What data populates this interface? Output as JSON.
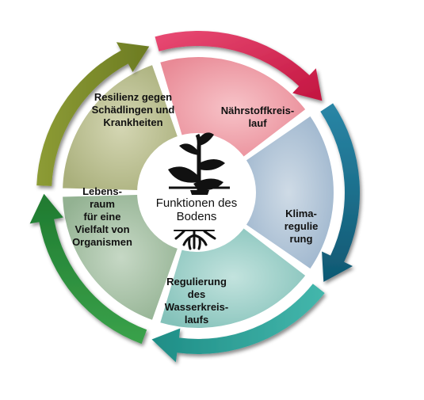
{
  "center": {
    "title": "Funktionen des\nBodens",
    "top_icon": "plant-icon",
    "bottom_icon": "roots-icon"
  },
  "segments": [
    {
      "key": "naehrstoff",
      "label": "Nährstoffkreis-\nlauf",
      "fill": "#ea8d98",
      "arrow": "#d81b55"
    },
    {
      "key": "klima",
      "label": "Klima-\nregulie\nrung",
      "fill": "#a9bed3",
      "arrow": "#1a6d8a"
    },
    {
      "key": "wasser",
      "label": "Regulierung\ndes\nWasserkreis-\nlaufs",
      "fill": "#95cbc4",
      "arrow": "#2ea39a"
    },
    {
      "key": "lebensraum",
      "label": "Lebens-\nraum\nfür eine\nVielfalt von\nOrganismen",
      "fill": "#a1bca0",
      "arrow": "#2d8c3b"
    },
    {
      "key": "resilienz",
      "label": "Resilienz gegen\nSchädlingen und\nKrankheiten",
      "fill": "#b8bb8d",
      "arrow": "#7e8e2a"
    }
  ]
}
